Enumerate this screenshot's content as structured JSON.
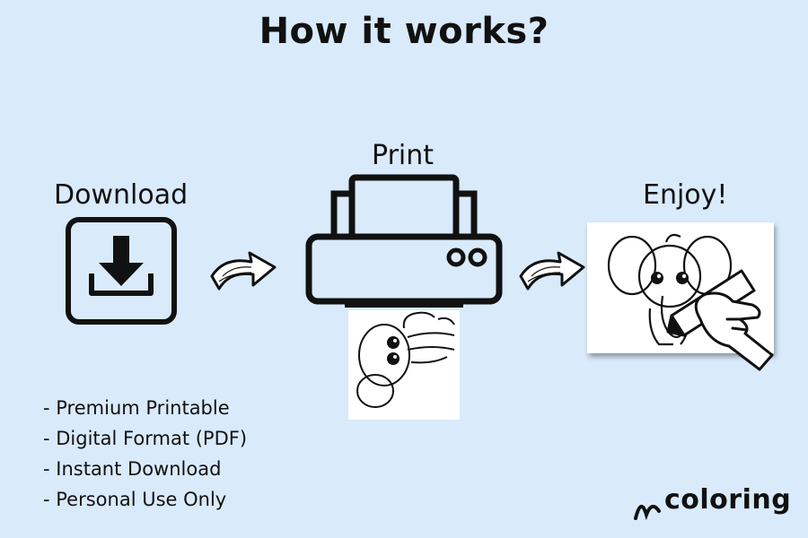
{
  "title": "How it works?",
  "steps": {
    "download": "Download",
    "print": "Print",
    "enjoy": "Enjoy!"
  },
  "features": [
    "Premium Printable",
    "Digital Format (PDF)",
    "Instant Download",
    "Personal Use Only"
  ],
  "brand": {
    "name": "coloring"
  },
  "icons": {
    "download": "download-icon",
    "arrow": "curved-arrow-icon",
    "printer": "printer-icon",
    "hand": "hand-with-pencil-icon"
  },
  "colors": {
    "background": "#d9eafa",
    "ink": "#111111"
  }
}
